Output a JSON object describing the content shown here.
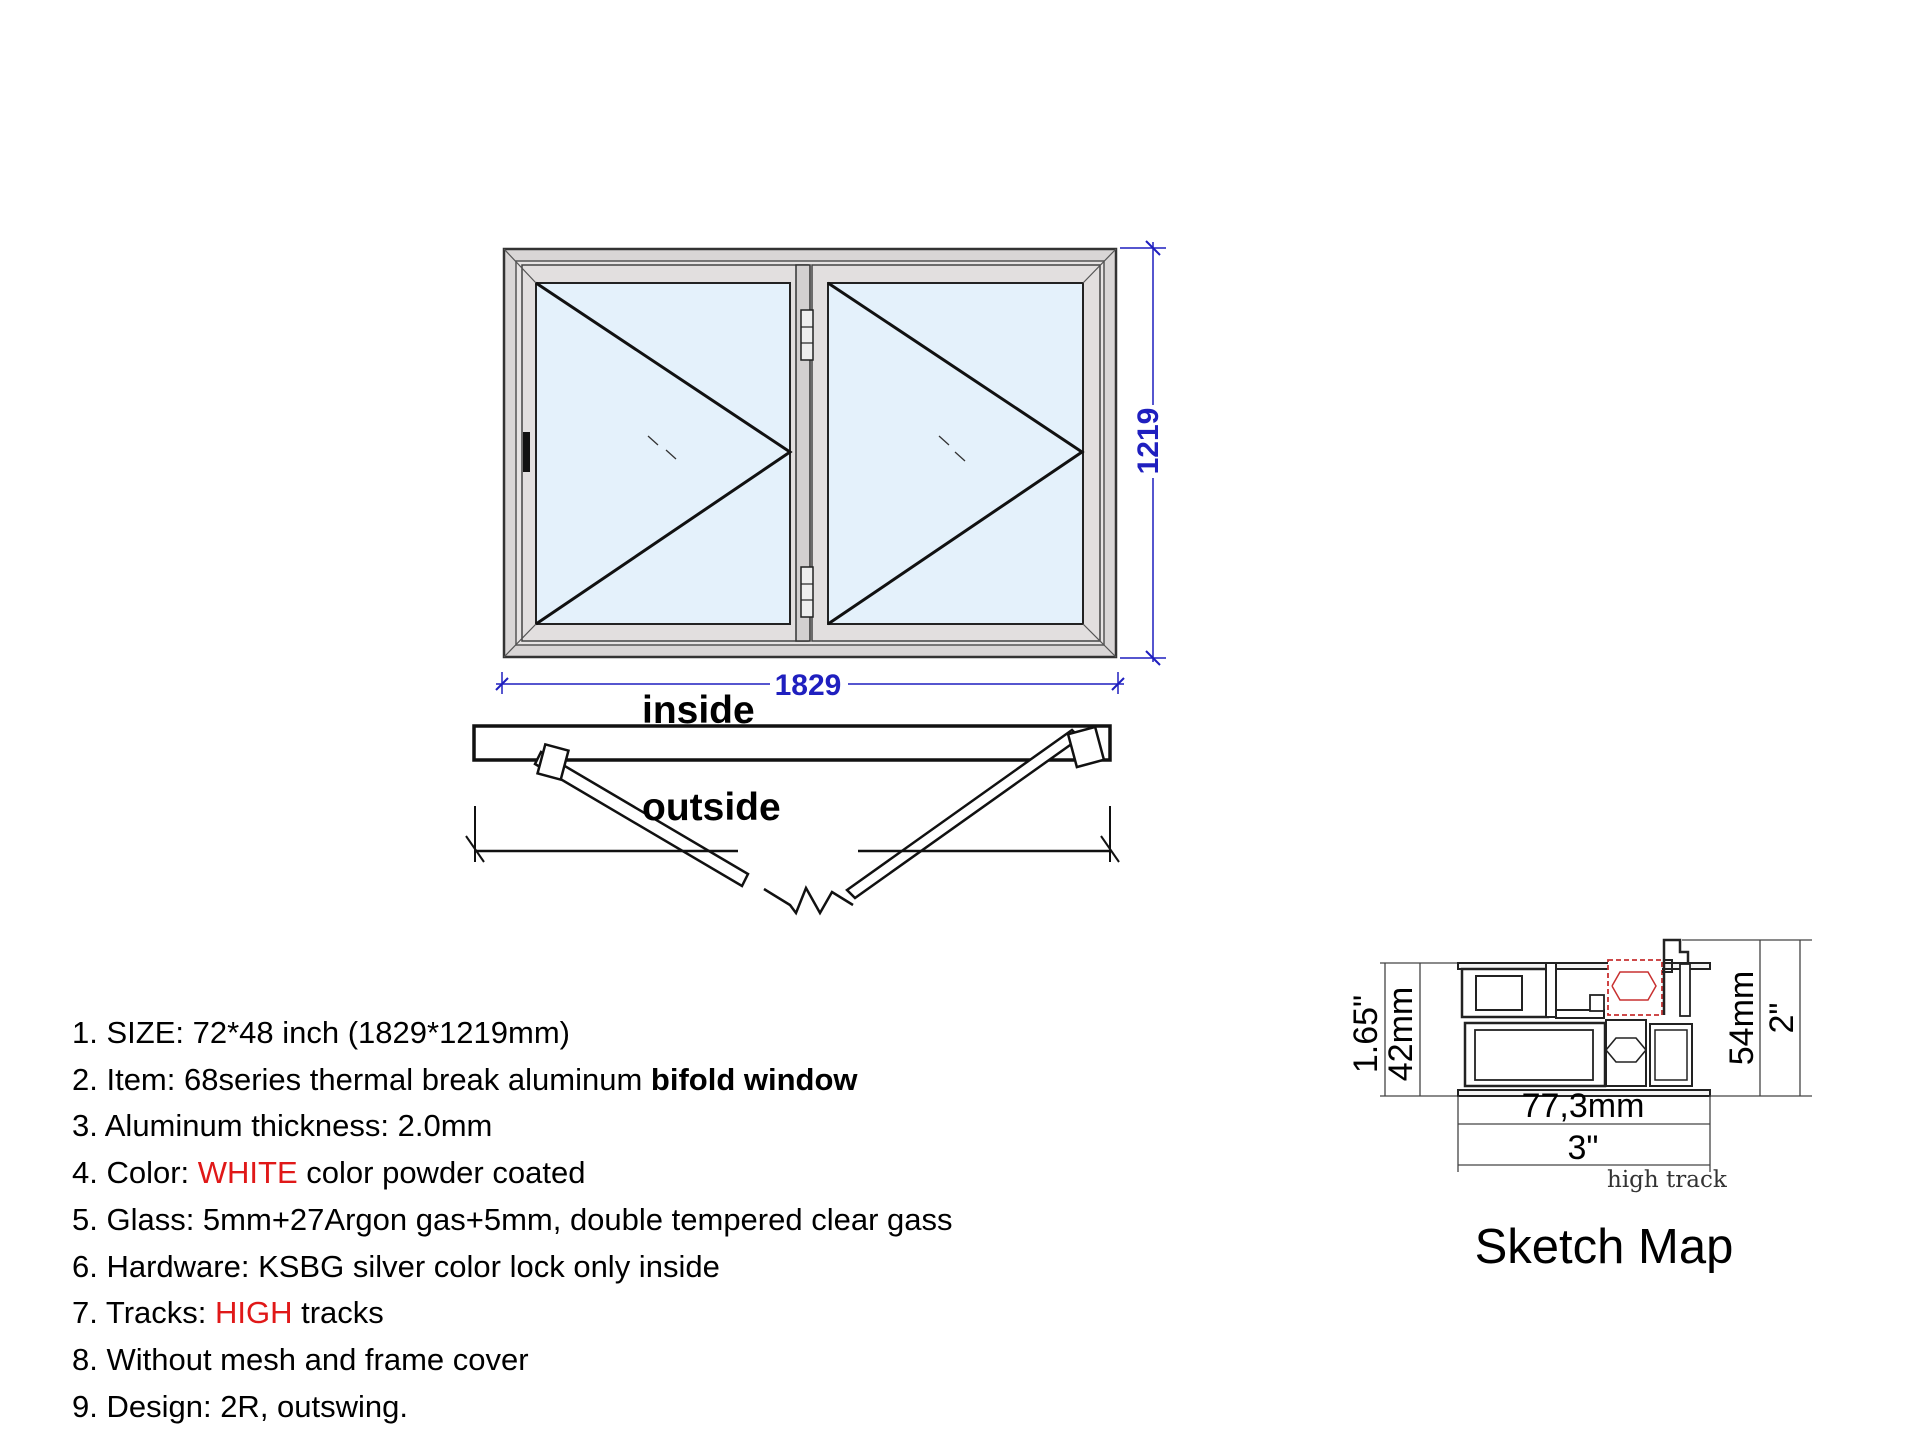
{
  "drawing": {
    "width_label": "1829",
    "height_label": "1219",
    "inside_label": "inside",
    "outside_label": "outside"
  },
  "section": {
    "left_inch": "1.65\"",
    "left_mm": "42mm",
    "right_mm": "54mm",
    "right_inch": "2\"",
    "width_mm": "77,3mm",
    "width_inch": "3\"",
    "track_label": "high track",
    "caption": "Sketch Map"
  },
  "specs": [
    {
      "parts": [
        "1. SIZE: 72*48 inch (1829*1219mm)"
      ]
    },
    {
      "parts": [
        "2. Item: 68series thermal break aluminum ",
        "bifold window"
      ]
    },
    {
      "parts": [
        "3. Aluminum thickness: 2.0mm"
      ]
    },
    {
      "parts": [
        "4. Color: ",
        "WHITE",
        " color powder coated"
      ]
    },
    {
      "parts": [
        "5. Glass: 5mm+27Argon gas+5mm, double tempered clear gass"
      ]
    },
    {
      "parts": [
        "6. Hardware: KSBG silver color lock only inside"
      ]
    },
    {
      "parts": [
        "7. Tracks: ",
        "HIGH",
        " tracks"
      ]
    },
    {
      "parts": [
        "8. Without mesh and frame cover"
      ]
    },
    {
      "parts": [
        "9. Design: 2R, outswing."
      ]
    }
  ],
  "colors": {
    "dimension": "#1f1fbf",
    "highlight": "#e01818",
    "glass": "#e4f1fb",
    "frame": "#dcd9d9"
  }
}
